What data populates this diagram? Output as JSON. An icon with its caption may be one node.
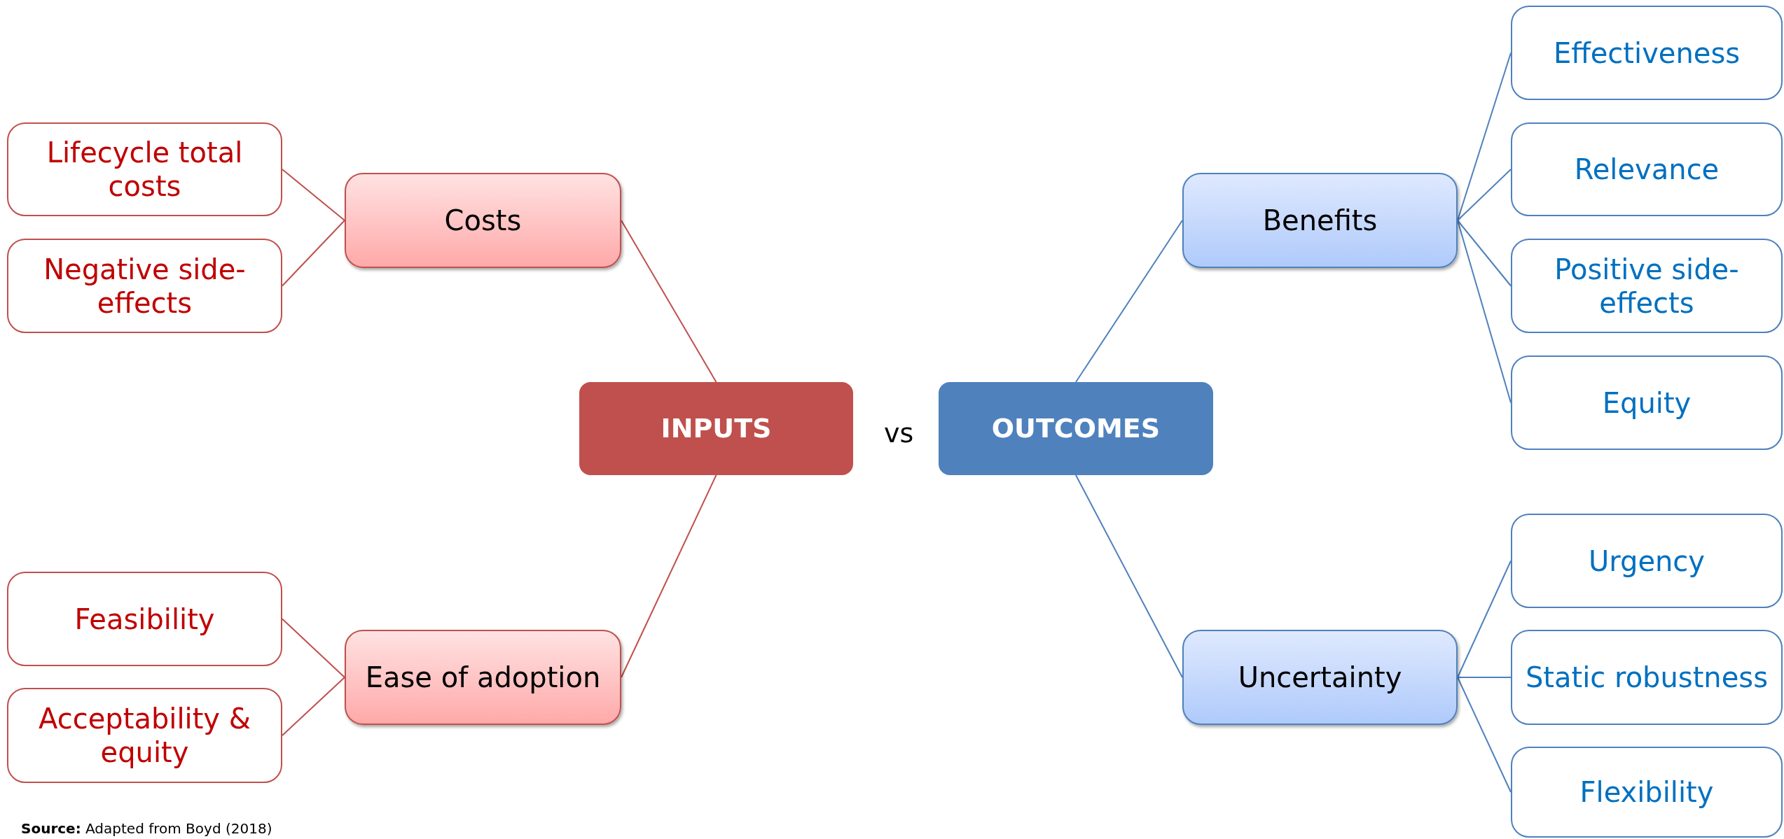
{
  "diagram": {
    "nodes": [
      {
        "text": [
          "Lifecycle total costs"
        ]
      },
      {
        "text": [
          "Negative side-effects"
        ]
      },
      {
        "text": [
          "Costs"
        ]
      },
      {
        "text": [
          "INPUTS"
        ]
      },
      {
        "text": [
          "OUTCOMES"
        ]
      },
      {
        "text": [
          "Benefits"
        ]
      },
      {
        "text": [
          "Effectiveness"
        ]
      },
      {
        "text": [
          "Relevance"
        ]
      },
      {
        "text": [
          "Positive side-effects"
        ]
      },
      {
        "text": [
          "Equity"
        ]
      },
      {
        "text": [
          "Feasibility"
        ]
      },
      {
        "text": [
          "Acceptability & equity"
        ]
      },
      {
        "text": [
          "Ease of adoption"
        ]
      },
      {
        "text": [
          "Uncertainty"
        ]
      },
      {
        "text": [
          "Urgency"
        ]
      },
      {
        "text": [
          "Static robustness"
        ]
      },
      {
        "text": [
          "Flexibility"
        ]
      }
    ],
    "edges": [
      {
        "from": 2,
        "to": 0,
        "arrow": "none",
        "color": "#c0504d"
      },
      {
        "from": 2,
        "to": 1,
        "arrow": "none",
        "color": "#c0504d"
      },
      {
        "from": 3,
        "to": 2,
        "arrow": "none",
        "color": "#c0504d"
      },
      {
        "from": 3,
        "to": 12,
        "arrow": "none",
        "color": "#c0504d"
      },
      {
        "from": 12,
        "to": 10,
        "arrow": "none",
        "color": "#c0504d"
      },
      {
        "from": 12,
        "to": 11,
        "arrow": "none",
        "color": "#c0504d"
      },
      {
        "from": 4,
        "to": 5,
        "arrow": "none"
      },
      {
        "from": 4,
        "to": 13,
        "arrow": "none"
      },
      {
        "from": 5,
        "to": 6,
        "arrow": "none"
      },
      {
        "from": 5,
        "to": 7,
        "arrow": "none"
      },
      {
        "from": 5,
        "to": 8,
        "arrow": "none"
      },
      {
        "from": 5,
        "to": 9,
        "arrow": "none"
      },
      {
        "from": 13,
        "to": 14,
        "arrow": "none"
      },
      {
        "from": 13,
        "to": 15,
        "arrow": "none"
      },
      {
        "from": 13,
        "to": 16,
        "arrow": "none"
      }
    ],
    "labels": [
      "vs",
      "**Source:** Adapted from Boyd (2018)"
    ]
  }
}
